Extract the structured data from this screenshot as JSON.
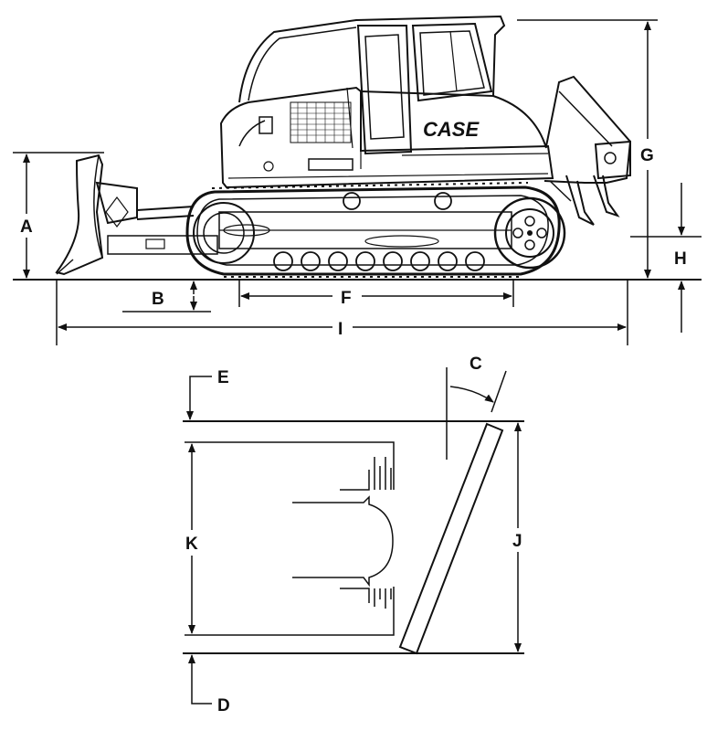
{
  "brand": "CASE",
  "labels": {
    "A": "A",
    "B": "B",
    "C": "C",
    "D": "D",
    "E": "E",
    "F": "F",
    "G": "G",
    "H": "H",
    "I": "I",
    "J": "J",
    "K": "K"
  },
  "colors": {
    "line": "#111111",
    "background": "#ffffff"
  }
}
